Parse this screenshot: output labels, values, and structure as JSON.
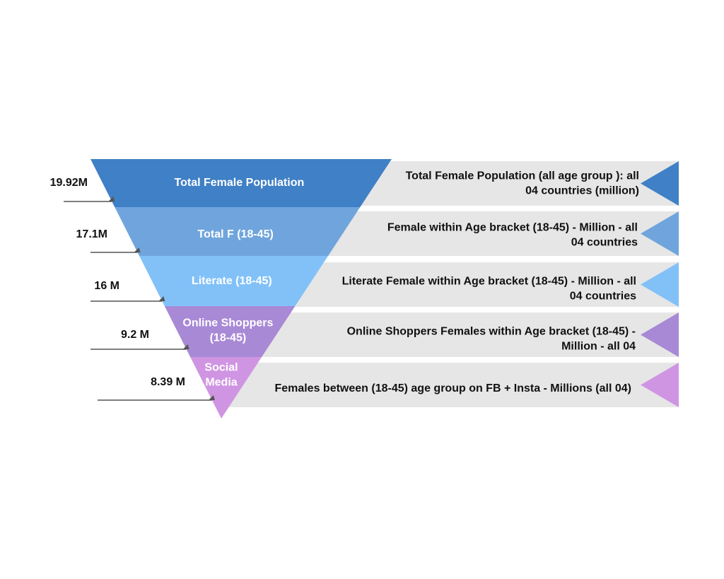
{
  "funnel": {
    "stages": [
      {
        "label_lines": [
          "Total Female Population"
        ],
        "value": "19.92M",
        "description_lines": [
          "Total Female Population (all age group ): all",
          "04 countries (million)"
        ],
        "color": "#3f80c6"
      },
      {
        "label_lines": [
          "Total F (18-45)"
        ],
        "value": "17.1M",
        "description_lines": [
          "Female within Age bracket (18-45) - Million - all",
          "04 countries"
        ],
        "color": "#6fa5dc"
      },
      {
        "label_lines": [
          "Literate (18-45)"
        ],
        "value": "16 M",
        "description_lines": [
          "Literate Female within Age bracket (18-45) - Million - all",
          "04 countries"
        ],
        "color": "#82c1f8"
      },
      {
        "label_lines": [
          "Online Shoppers",
          "(18-45)"
        ],
        "value": "9.2 M",
        "description_lines": [
          "Online Shoppers Females within Age bracket (18-45) -",
          "Million - all 04"
        ],
        "color": "#a889d6"
      },
      {
        "label_lines": [
          "Social",
          "Media"
        ],
        "value": "8.39 M",
        "description_lines": [
          "Females between (18-45) age group on FB + Insta - Millions (all 04)"
        ],
        "color": "#cf95e2"
      }
    ],
    "band_color": "#e6e6e6",
    "leader_color": "#333333"
  }
}
